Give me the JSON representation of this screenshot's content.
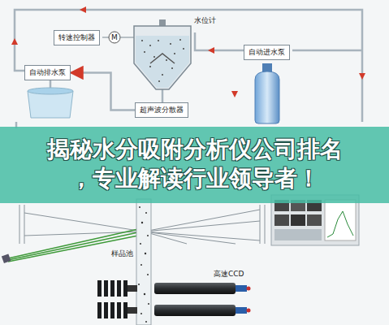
{
  "diagram": {
    "title": "揭秘水分吸附分析仪公司排名 ，专业解读行业领导者！",
    "nodes": [
      {
        "text": [
          "转速控制器"
        ]
      },
      {
        "text": [
          "自动排水泵"
        ]
      },
      {
        "text": [
          "自动进水泵"
        ]
      },
      {
        "text": [
          "超声波分散器"
        ]
      }
    ],
    "edges": [
      {
        "from": 3,
        "to": 1,
        "arrow": "to"
      }
    ],
    "labels": [
      "M",
      "水位计",
      "样品池",
      "高速CCD"
    ]
  }
}
